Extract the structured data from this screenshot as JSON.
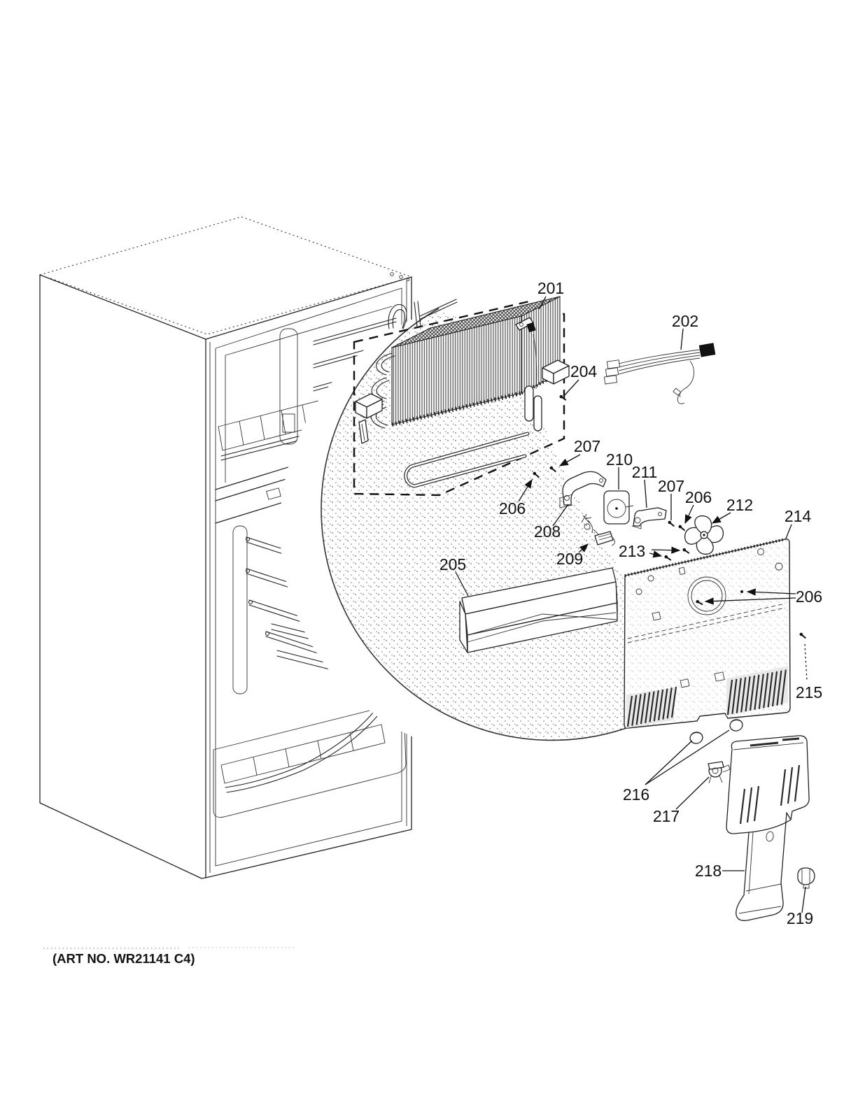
{
  "figure": {
    "kind": "refrigerator freezer section exploded parts diagram",
    "art_number": "(ART NO. WR21141 C4)",
    "line_color": "#1a1a1a",
    "background_color": "#ffffff"
  },
  "callouts": {
    "c201": {
      "text": "201"
    },
    "c202": {
      "text": "202"
    },
    "c204": {
      "text": "204"
    },
    "c205": {
      "text": "205"
    },
    "c206a": {
      "text": "206"
    },
    "c206b": {
      "text": "206"
    },
    "c206c": {
      "text": "206"
    },
    "c207a": {
      "text": "207"
    },
    "c207b": {
      "text": "207"
    },
    "c208": {
      "text": "208"
    },
    "c209": {
      "text": "209"
    },
    "c210": {
      "text": "210"
    },
    "c211": {
      "text": "211"
    },
    "c212": {
      "text": "212"
    },
    "c213": {
      "text": "213"
    },
    "c214": {
      "text": "214"
    },
    "c215": {
      "text": "215"
    },
    "c216": {
      "text": "216"
    },
    "c217": {
      "text": "217"
    },
    "c218": {
      "text": "218"
    },
    "c219": {
      "text": "219"
    }
  }
}
